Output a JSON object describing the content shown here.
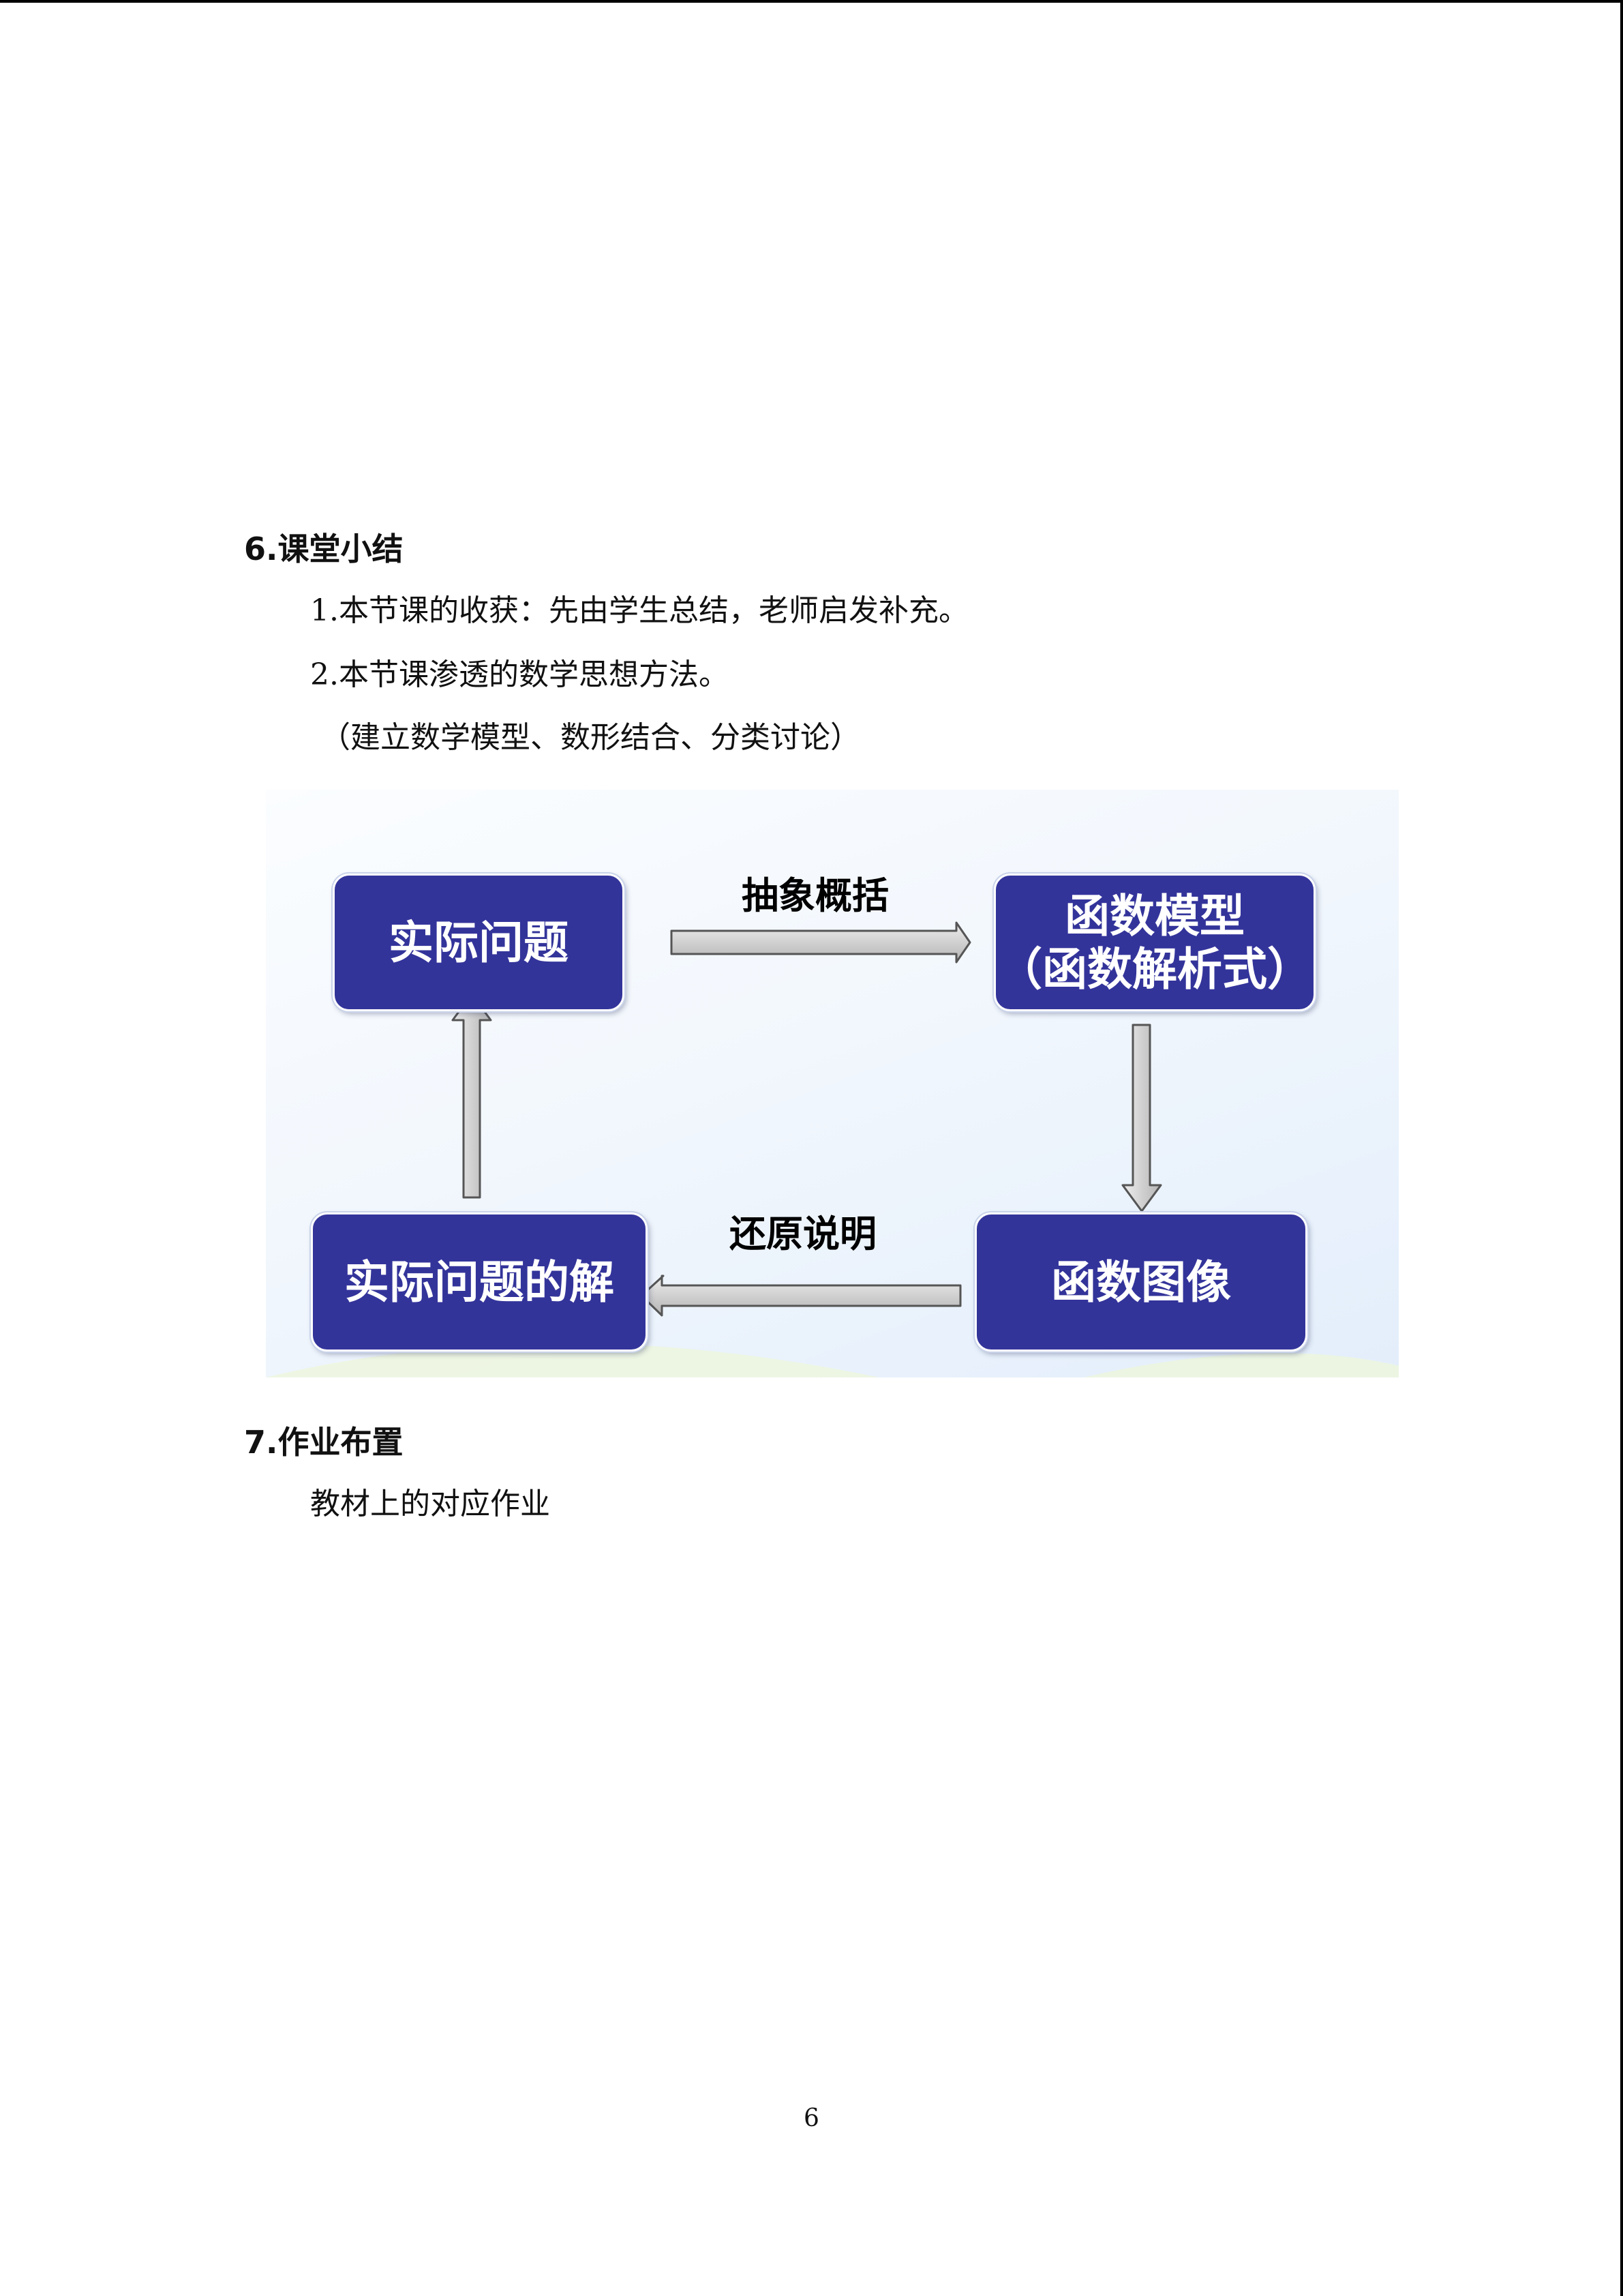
{
  "section6": {
    "heading": "6.课堂小结",
    "item1": "1.本节课的收获：先由学生总结，老师启发补充。",
    "item2": "2.本节课渗透的数学思想方法。",
    "note": "（建立数学模型、数形结合、分类讨论）"
  },
  "diagram": {
    "nodes": {
      "real_problem": "实际问题",
      "function_model_line1": "函数模型",
      "function_model_line2": "（函数解析式）",
      "function_graph": "函数图像",
      "real_solution": "实际问题的解"
    },
    "edges": {
      "abstract": "抽象概括",
      "restore": "还原说明"
    },
    "colors": {
      "node_fill": "#33349a",
      "arrow_fill": "#c8c8c8",
      "arrow_stroke": "#555555"
    }
  },
  "section7": {
    "heading": "7.作业布置",
    "body": "教材上的对应作业"
  },
  "footer": {
    "page_number": "6"
  }
}
